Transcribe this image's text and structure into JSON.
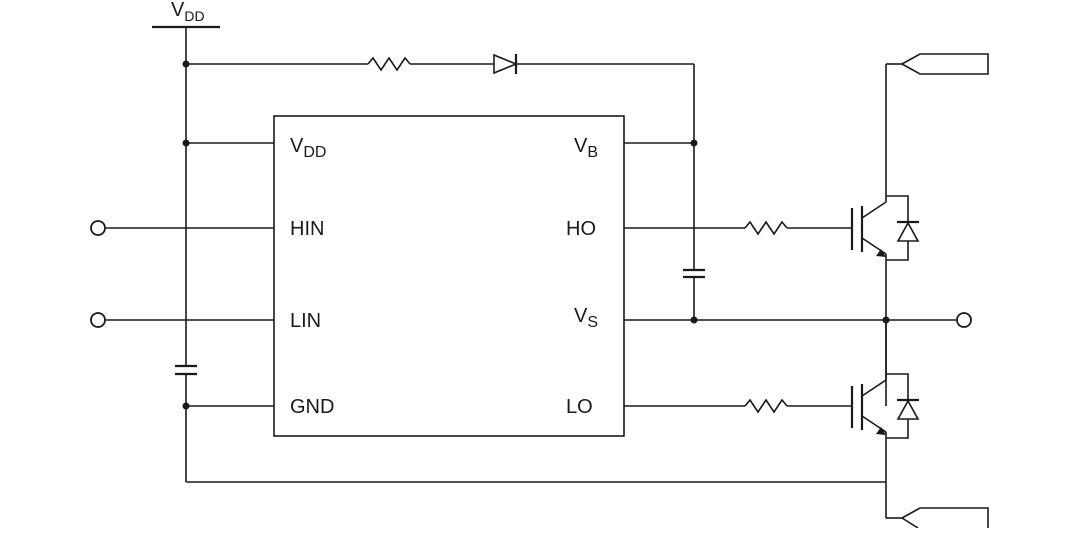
{
  "supply": {
    "label_main": "V",
    "label_sub": "DD"
  },
  "ic": {
    "pins_left": [
      {
        "main": "V",
        "sub": "DD"
      },
      {
        "main": "HIN",
        "sub": ""
      },
      {
        "main": "LIN",
        "sub": ""
      },
      {
        "main": "GND",
        "sub": ""
      }
    ],
    "pins_right": [
      {
        "main": "V",
        "sub": "B"
      },
      {
        "main": "HO",
        "sub": ""
      },
      {
        "main": "V",
        "sub": "S"
      },
      {
        "main": "LO",
        "sub": ""
      }
    ]
  },
  "colors": {
    "ink": "#1a1a1a",
    "background": "#ffffff"
  }
}
